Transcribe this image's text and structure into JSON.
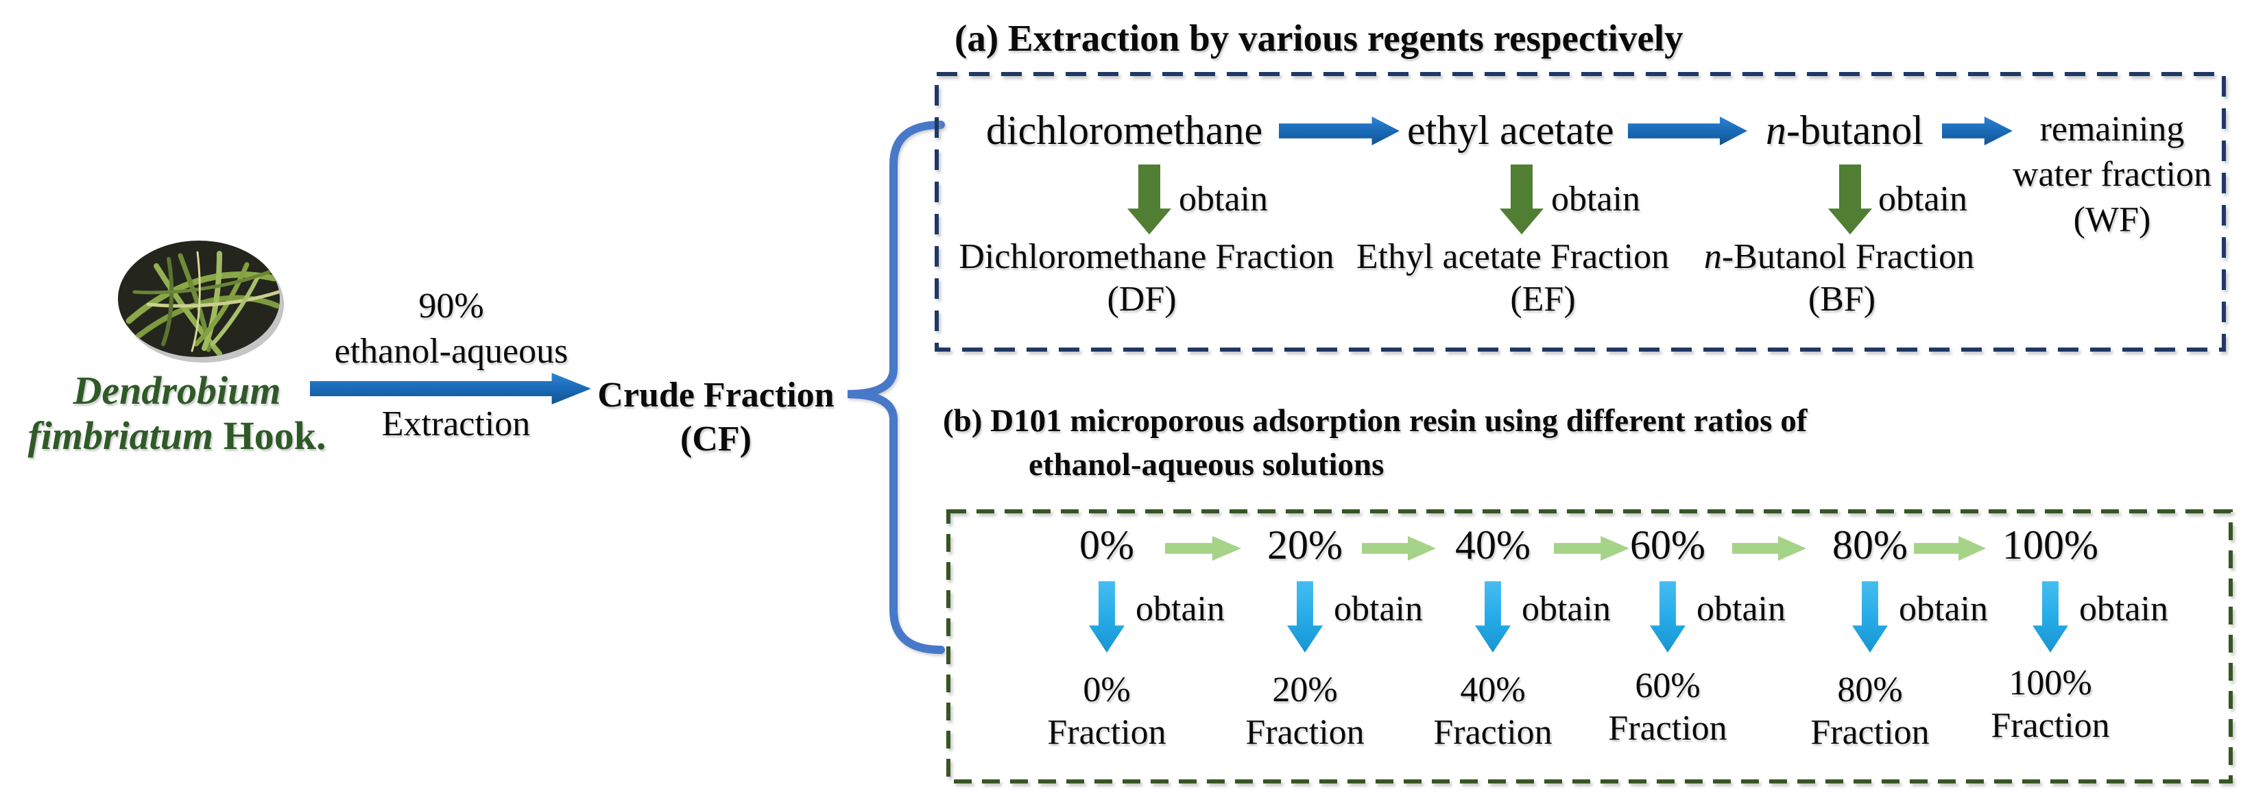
{
  "plant": {
    "photo_label": "dried Dendrobium stems on dark plate",
    "name_line1": "Dendrobium",
    "name_line2_italic": "fimbriatum",
    "name_line2_suffix": " Hook."
  },
  "primary_extraction": {
    "label_line1": "90%",
    "label_line2": "ethanol-aqueous",
    "label_below": "Extraction",
    "product_line1": "Crude Fraction",
    "product_line2": "(CF)"
  },
  "section_a": {
    "title": "(a) Extraction by various regents respectively",
    "steps": [
      {
        "solvent_italic": "",
        "solvent": "dichloromethane",
        "obtain_label": "obtain",
        "fraction_italic": "",
        "fraction": "Dichloromethane Fraction",
        "abbr": "(DF)"
      },
      {
        "solvent_italic": "",
        "solvent": "ethyl acetate",
        "obtain_label": "obtain",
        "fraction_italic": "",
        "fraction": "Ethyl acetate Fraction",
        "abbr": "(EF)"
      },
      {
        "solvent_italic": "n",
        "solvent": "-butanol",
        "obtain_label": "obtain",
        "fraction_italic": "n",
        "fraction": "-Butanol Fraction",
        "abbr": "(BF)"
      }
    ],
    "remainder_line1": "remaining",
    "remainder_line2": "water fraction",
    "remainder_line3": "(WF)"
  },
  "section_b": {
    "title_line1": "(b) D101 microporous adsorption resin using different ratios of",
    "title_line2": "ethanol-aqueous solutions",
    "steps": [
      {
        "ratio": "0%",
        "obtain_label": "obtain",
        "fraction_line1": "0%",
        "fraction_line2": "Fraction"
      },
      {
        "ratio": "20%",
        "obtain_label": "obtain",
        "fraction_line1": "20%",
        "fraction_line2": "Fraction"
      },
      {
        "ratio": "40%",
        "obtain_label": "obtain",
        "fraction_line1": "40%",
        "fraction_line2": "Fraction"
      },
      {
        "ratio": "60%",
        "obtain_label": "obtain",
        "fraction_line1": "60%",
        "fraction_line2": "Fraction"
      },
      {
        "ratio": "80%",
        "obtain_label": "obtain",
        "fraction_line1": "80%",
        "fraction_line2": "Fraction"
      },
      {
        "ratio": "100%",
        "obtain_label": "obtain",
        "fraction_line1": "100%",
        "fraction_line2": "Fraction"
      }
    ]
  },
  "colors": {
    "flow_blue": "#1b6cba",
    "obtain_green": "#507e32",
    "ratio_light_green": "#a5d388",
    "obtain_cyan": "#27ace8",
    "brace_blue": "#4878c8",
    "box_a_border": "#203864",
    "box_b_border": "#375623",
    "plant_name_green": "#2f5a28"
  }
}
